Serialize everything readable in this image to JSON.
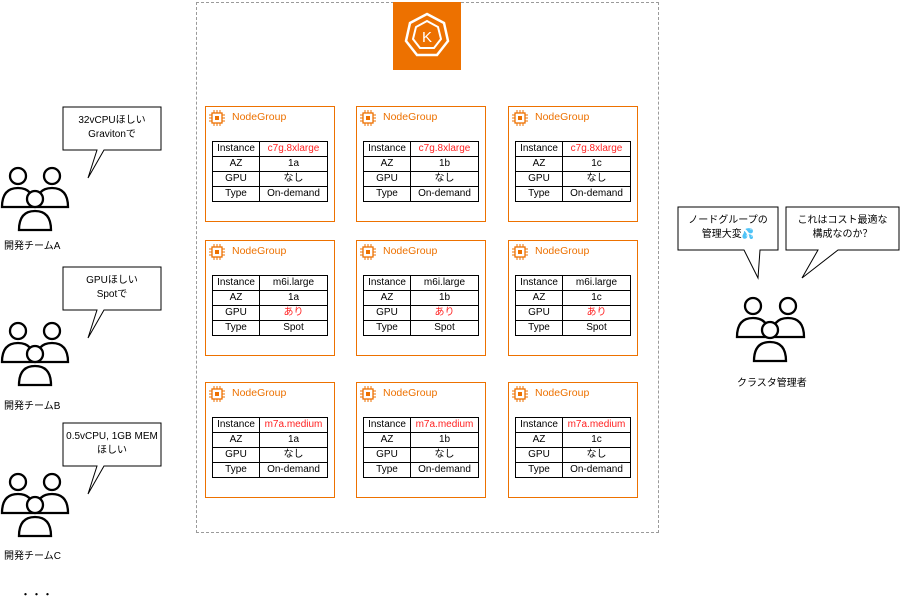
{
  "cluster": {
    "logo_icon": "kubernetes-k-icon"
  },
  "nodegroup_icon": "chip-icon",
  "nodegroup_title": "NodeGroup",
  "row_labels": {
    "instance": "Instance",
    "az": "AZ",
    "gpu": "GPU",
    "type": "Type"
  },
  "nodegroups": [
    {
      "instance": "c7g.8xlarge",
      "az": "1a",
      "gpu": "なし",
      "type": "On-demand"
    },
    {
      "instance": "c7g.8xlarge",
      "az": "1b",
      "gpu": "なし",
      "type": "On-demand"
    },
    {
      "instance": "c7g.8xlarge",
      "az": "1c",
      "gpu": "なし",
      "type": "On-demand"
    },
    {
      "instance": "m6i.large",
      "az": "1a",
      "gpu": "あり",
      "type": "Spot"
    },
    {
      "instance": "m6i.large",
      "az": "1b",
      "gpu": "あり",
      "type": "Spot"
    },
    {
      "instance": "m6i.large",
      "az": "1c",
      "gpu": "あり",
      "type": "Spot"
    },
    {
      "instance": "m7a.medium",
      "az": "1a",
      "gpu": "なし",
      "type": "On-demand"
    },
    {
      "instance": "m7a.medium",
      "az": "1b",
      "gpu": "なし",
      "type": "On-demand"
    },
    {
      "instance": "m7a.medium",
      "az": "1c",
      "gpu": "なし",
      "type": "On-demand"
    }
  ],
  "teams": [
    {
      "label": "開発チームA",
      "bubble_line1": "32vCPUほしい",
      "bubble_line2": "Gravitonで"
    },
    {
      "label": "開発チームB",
      "bubble_line1": "GPUほしい",
      "bubble_line2": "Spotで"
    },
    {
      "label": "開発チームC",
      "bubble_line1": "0.5vCPU, 1GB MEM",
      "bubble_line2": "ほしい"
    }
  ],
  "admin": {
    "label": "クラスタ管理者",
    "bubble1_line1": "ノードグループの",
    "bubble1_line2": "管理大変",
    "bubble1_emoji": "💦",
    "bubble2_line1": "これはコスト最適な",
    "bubble2_line2": "構成なのか？"
  },
  "ellipsis": "・・・",
  "colors": {
    "accent": "#ED7100",
    "highlight": "#ff2222",
    "border": "#000000"
  }
}
